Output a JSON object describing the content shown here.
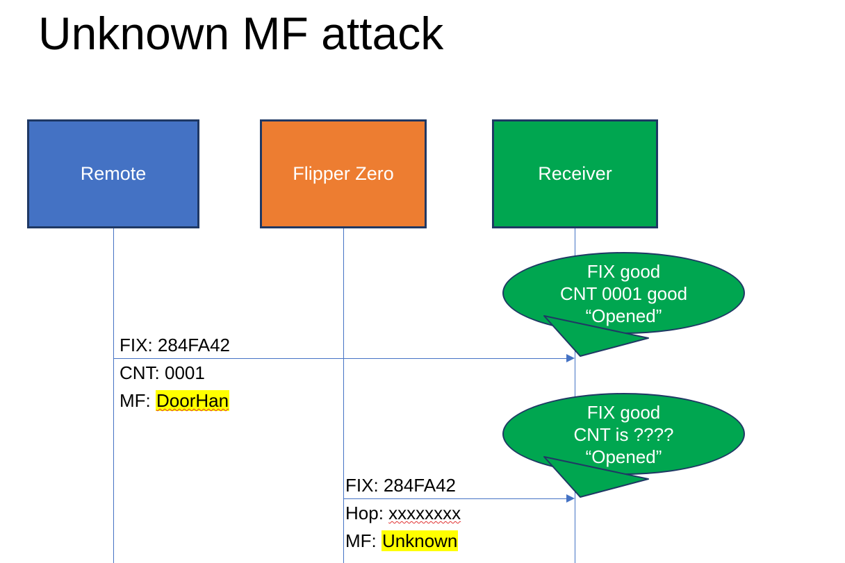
{
  "slide": {
    "title": "Unknown MF attack"
  },
  "actors": [
    {
      "id": "remote",
      "label": "Remote",
      "color": "#4472C4"
    },
    {
      "id": "flipper",
      "label": "Flipper Zero",
      "color": "#ED7D31"
    },
    {
      "id": "receiver",
      "label": "Receiver",
      "color": "#00A650"
    }
  ],
  "messages": [
    {
      "id": "msg-remote-to-receiver",
      "from": "remote",
      "to": "receiver",
      "lines": [
        {
          "label": "FIX: ",
          "value": "284FA42",
          "highlight": false,
          "spellcheck_error": false
        },
        {
          "label": "CNT: ",
          "value": "0001",
          "highlight": false,
          "spellcheck_error": false
        },
        {
          "label": "MF: ",
          "value": "DoorHan",
          "highlight": true,
          "spellcheck_error": true
        }
      ]
    },
    {
      "id": "msg-flipper-to-receiver",
      "from": "flipper",
      "to": "receiver",
      "lines": [
        {
          "label": "FIX: ",
          "value": "284FA42",
          "highlight": false,
          "spellcheck_error": false
        },
        {
          "label": "Hop: ",
          "value": "xxxxxxxx",
          "highlight": false,
          "spellcheck_error": true
        },
        {
          "label": "MF: ",
          "value": "Unknown",
          "highlight": true,
          "spellcheck_error": false
        }
      ]
    }
  ],
  "bubbles": [
    {
      "id": "bubble-reply-1",
      "line1": "FIX good",
      "line2": "CNT 0001 good",
      "line3": "“Opened”",
      "color": "#00A650"
    },
    {
      "id": "bubble-reply-2",
      "line1": "FIX good",
      "line2": "CNT is ????",
      "line3": "“Opened”",
      "color": "#00A650"
    }
  ],
  "colors": {
    "blue": "#4472C4",
    "orange": "#ED7D31",
    "green": "#00A650",
    "border_navy": "#1F3864",
    "highlight_yellow": "#FFFF00",
    "spellcheck_red": "#E03030",
    "text_black": "#000000",
    "text_white": "#FFFFFF",
    "background": "#FFFFFF"
  }
}
